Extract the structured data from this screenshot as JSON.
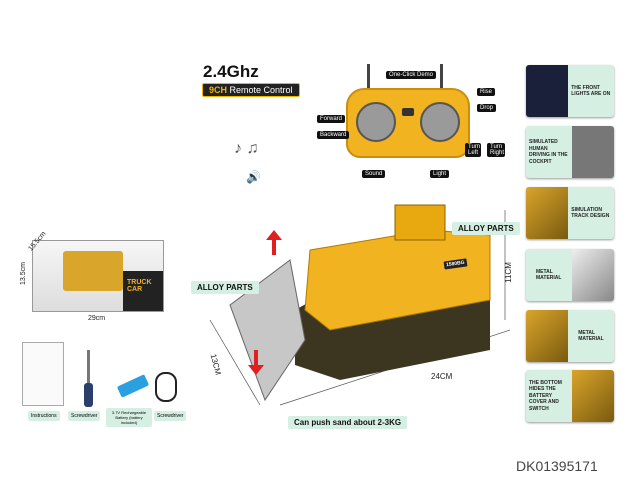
{
  "header": {
    "title": "2.4Ghz",
    "subtitle_ch": "9CH",
    "subtitle_rest": "Remote Control"
  },
  "remote": {
    "labels": {
      "demo": "One-Click Demo",
      "forward": "Forward",
      "backward": "Backward",
      "rise": "Rise",
      "drop": "Drop",
      "turn_left": "Turn Left",
      "turn_right": "Turn Right",
      "sound": "Sound",
      "light": "Light"
    }
  },
  "main": {
    "alloy1": "ALLOY PARTS",
    "alloy2": "ALLOY PARTS",
    "sand": "Can push sand about 2-3KG",
    "dim_len": "24CM",
    "dim_wid": "13CM",
    "dim_h": "11CM",
    "model": "1580BG"
  },
  "box": {
    "w": "29cm",
    "h": "13.5cm",
    "d": "15.5cm",
    "brand": "TRUCK CAR"
  },
  "accessories": [
    {
      "label": "Instructions"
    },
    {
      "label": "Screwdriver"
    },
    {
      "label": "3.7V Rechargeable Battery (battery included)"
    },
    {
      "label": "Screwdriver"
    }
  ],
  "features": [
    {
      "text": "THE FRONT LIGHTS ARE ON"
    },
    {
      "text": "SIMULATED HUMAN DRIVING IN THE COCKPIT"
    },
    {
      "text": "SIMULATION TRACK DESIGN"
    },
    {
      "text": "METAL MATERIAL"
    },
    {
      "text": "METAL MATERIAL"
    },
    {
      "text": "THE BOTTOM HIDES THE BATTERY COVER AND SWITCH"
    }
  ],
  "sku": "DK01395171",
  "colors": {
    "yellow": "#f1b320",
    "mint": "#d6efe3",
    "dark": "#111111"
  }
}
